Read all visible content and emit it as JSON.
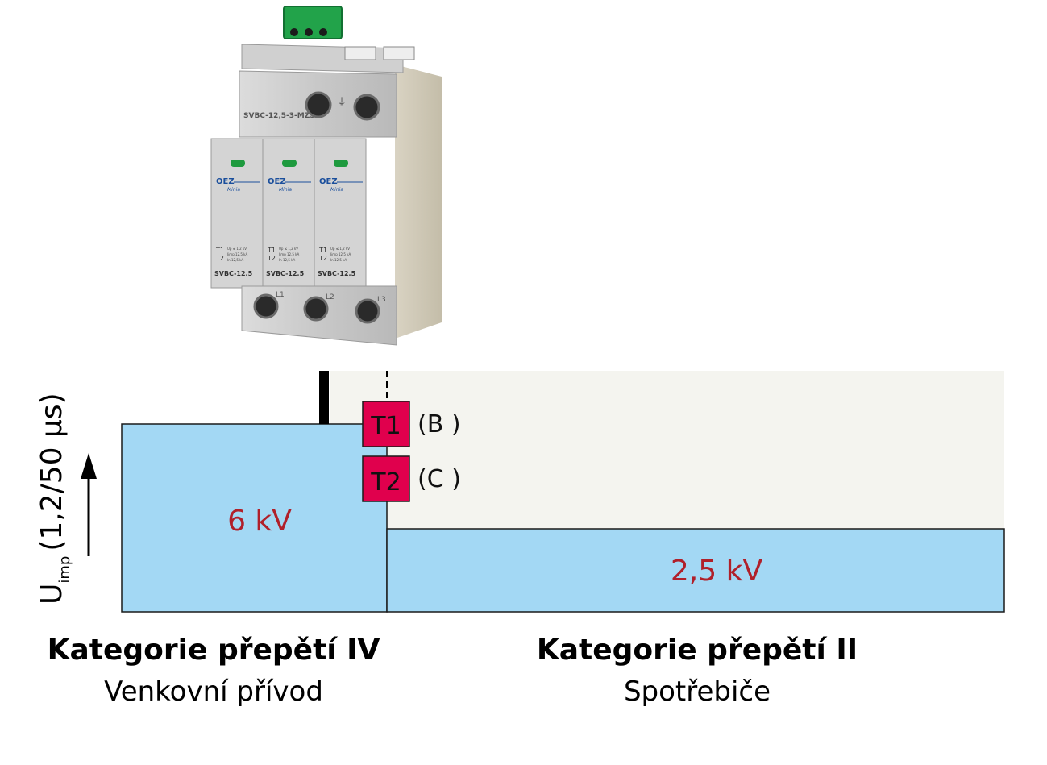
{
  "device": {
    "model_label": "SVBC-12,5-3-MZS",
    "brand": "OEZ",
    "brand_sub": "Minia",
    "module_label": "SVBC-12,5",
    "spec_lines": [
      "Up ≤ 1,2 kV",
      "Iimp 12,5 kA",
      "In 12,5 kA"
    ],
    "type_codes": [
      "T1",
      "T2"
    ],
    "terminals": [
      "L1",
      "L2",
      "L3"
    ],
    "ground_symbol": "⏚"
  },
  "diagram": {
    "y_axis_main": "U",
    "y_axis_sub": "imp",
    "y_axis_rest": "(1,2/50  µs)",
    "zone_high_value": "6  kV",
    "zone_low_value": "2,5  kV",
    "t1_label": "T1",
    "t2_label": "T2",
    "t1_class": "(B )",
    "t2_class": "(C )",
    "colors": {
      "zone_fill": "#a3d8f4",
      "background_zone": "#f4f4ef",
      "value_text": "#b0202a",
      "badge_fill": "#e0004d"
    }
  },
  "categories": {
    "left_title": "Kategorie  přepětí  IV",
    "left_sub": "Venkovní  přívod",
    "right_title": "Kategorie  přepětí  II",
    "right_sub": "Spotřebiče"
  }
}
